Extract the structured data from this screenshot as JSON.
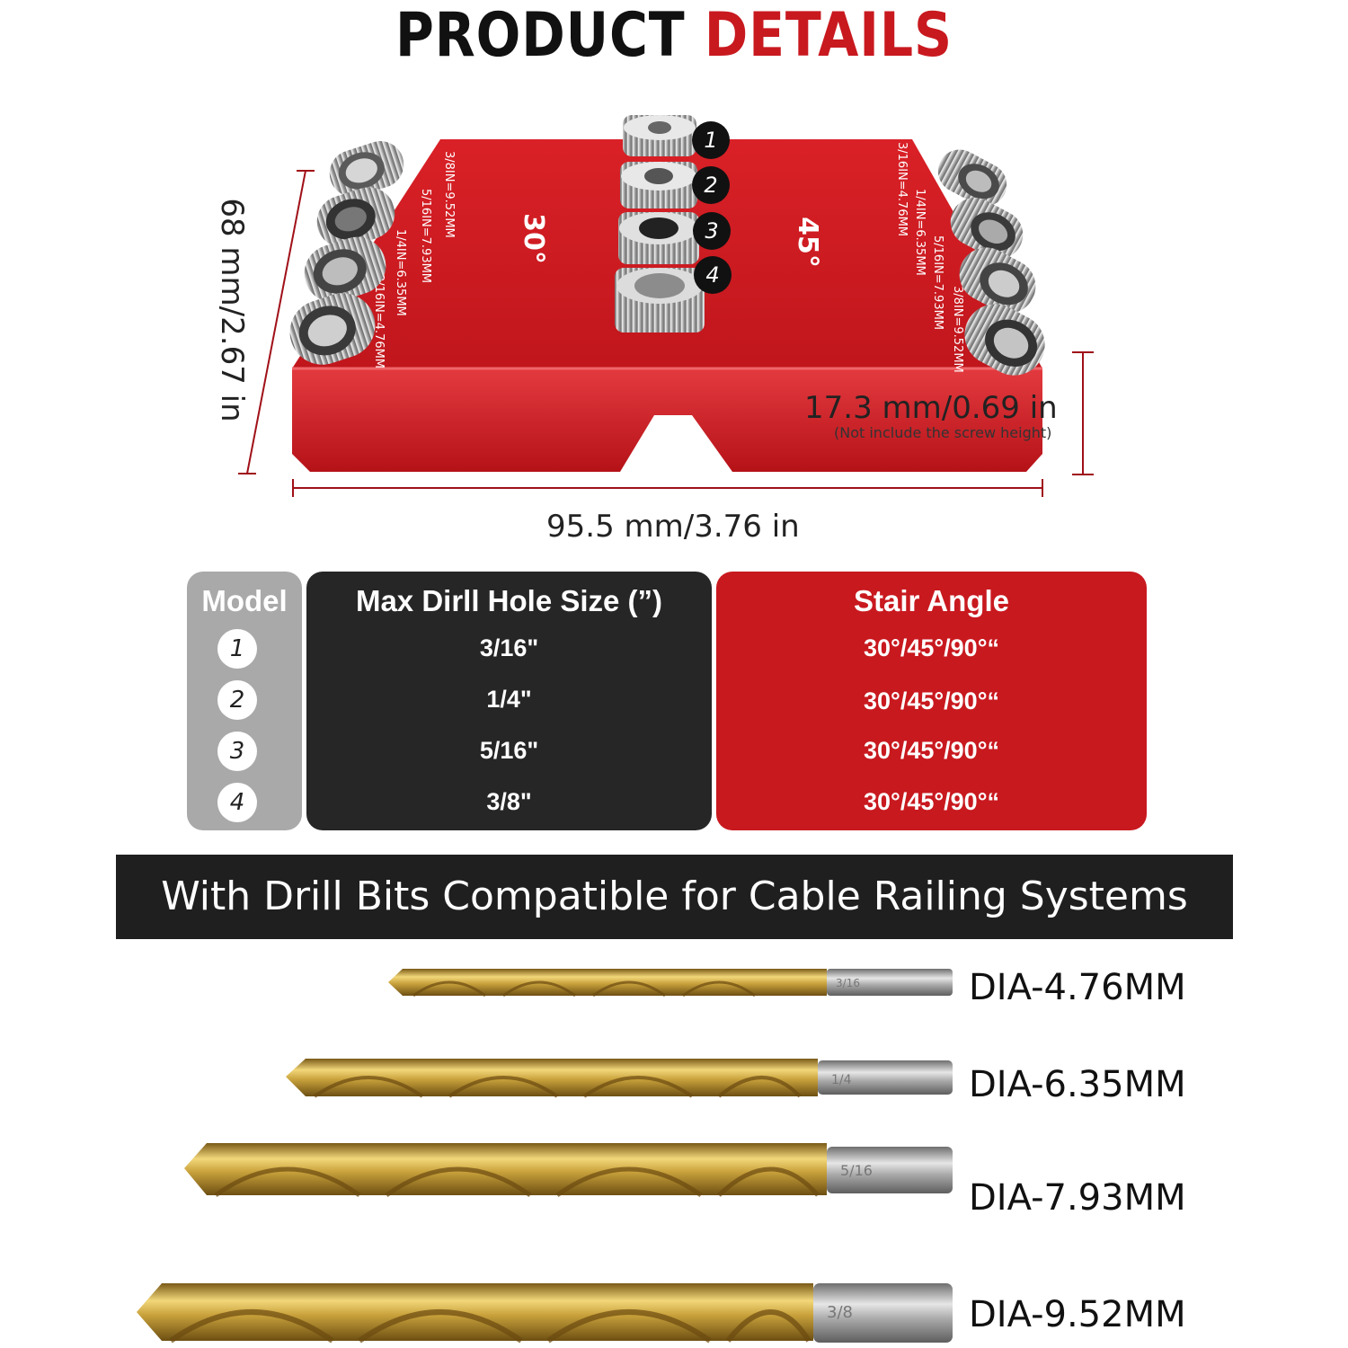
{
  "title": {
    "word1": "PRODUCT",
    "word2": "DETAILS"
  },
  "product": {
    "angle_left": "30°",
    "angle_right": "45°",
    "guide_numbers": [
      "1",
      "2",
      "3",
      "4"
    ]
  },
  "dimensions": {
    "height": "68 mm/2.67 in",
    "thickness": "17.3 mm/0.69 in",
    "thickness_note": "(Not include the screw height)",
    "width": "95.5 mm/3.76 in"
  },
  "table": {
    "headers": {
      "model": "Model",
      "size": "Max Dirll Hole Size (”)",
      "angle": "Stair Angle"
    },
    "rows": [
      {
        "model": "1",
        "size": "3/16\"",
        "angle": "30°/45°/90°“"
      },
      {
        "model": "2",
        "size": "1/4\"",
        "angle": "30°/45°/90°“"
      },
      {
        "model": "3",
        "size": "5/16\"",
        "angle": "30°/45°/90°“"
      },
      {
        "model": "4",
        "size": "3/8\"",
        "angle": "30°/45°/90°“"
      }
    ]
  },
  "banner": {
    "text": "With Drill Bits Compatible for Cable Railing Systems"
  },
  "drill_bits": [
    {
      "label": "DIA-4.76MM",
      "marking": "3/16"
    },
    {
      "label": "DIA-6.35MM",
      "marking": "1/4"
    },
    {
      "label": "DIA-7.93MM",
      "marking": "5/16"
    },
    {
      "label": "DIA-9.52MM",
      "marking": "3/8"
    }
  ],
  "colors": {
    "red": "#c8191f",
    "dark": "#262626",
    "grey": "#a9a9a9",
    "gold": "#c9a23c"
  }
}
